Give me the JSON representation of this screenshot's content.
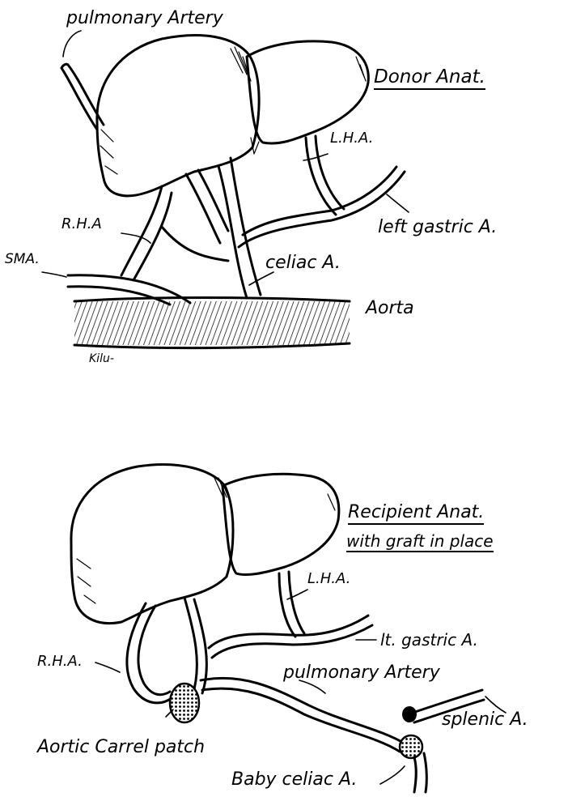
{
  "donor": {
    "title": "Donor Anat.",
    "labels": {
      "pulmonary_artery": "pulmonary Artery",
      "lha": "L.H.A.",
      "rha": "R.H.A",
      "sma": "SMA.",
      "left_gastric": "left gastric A.",
      "celiac": "celiac A.",
      "aorta": "Aorta"
    }
  },
  "recipient": {
    "title_line1": "Recipient Anat.",
    "title_line2": "with graft in place",
    "labels": {
      "lha": "L.H.A.",
      "rha": "R.H.A.",
      "lt_gastric": "lt. gastric A.",
      "pulmonary_artery": "pulmonary Artery",
      "splenic": "splenic A.",
      "carrel_patch": "Aortic Carrel patch",
      "baby_celiac": "Baby celiac A."
    }
  },
  "signature": "Kilu-"
}
